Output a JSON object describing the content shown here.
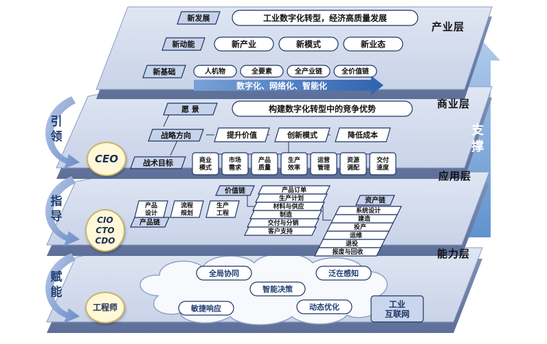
{
  "layers": {
    "industry": {
      "label": "产业层",
      "row1_tag": "新发展",
      "row1_banner": "工业数字化转型，经济高质量发展",
      "row2_tag": "新动能",
      "row2_items": [
        "新产业",
        "新模式",
        "新业态"
      ],
      "row3_tag": "新基础",
      "row3_items": [
        "人机物",
        "全要素",
        "全产业链",
        "全价值链"
      ],
      "arrow_text": "数字化、网络化、智能化"
    },
    "business": {
      "label": "商业层",
      "vision_tag": "愿  景",
      "vision_banner": "构建数字化转型中的竞争优势",
      "strategy_tag": "战略方向",
      "strategy_items": [
        "提升价值",
        "创新模式",
        "降低成本"
      ],
      "target_tag": "战术目标",
      "target_items": [
        "商业\n模式",
        "市场\n需求",
        "产品\n质量",
        "生产\n效率",
        "运营\n管理",
        "资源\n调配",
        "交付\n速度"
      ]
    },
    "application": {
      "label": "应用层",
      "value_chain": "价值链",
      "product_chain": "产品链",
      "asset_chain": "资产链",
      "product_items": [
        "产品\n设计",
        "流程\n规划",
        "生产\n工程"
      ],
      "value_items": [
        "产品订单",
        "生产计划",
        "材料与供应",
        "制造",
        "交付与分销",
        "客户支持"
      ],
      "asset_items": [
        "系统设计",
        "建造",
        "投产",
        "运维",
        "退役",
        "报废与回收"
      ]
    },
    "capability": {
      "label": "能力层",
      "cloud_items": [
        "全局协同",
        "泛在感知",
        "智能决策",
        "敏捷响应",
        "动态优化"
      ],
      "platform": "工业\n互联网"
    }
  },
  "support": {
    "label": "支撑"
  },
  "side": {
    "guide": "引领",
    "direct": "指导",
    "enable": "赋能",
    "ceo": "CEO",
    "cxo": [
      "CIO",
      "CTO",
      "CDO"
    ],
    "engineer": "工程师"
  },
  "colors": {
    "layer_top": "#dfe6f3",
    "layer_edge": "#8a9bc0",
    "pill_border": "#1f3464",
    "arrow_blue": "#3a6fb4",
    "support_arrow": "#7aa3d6"
  }
}
